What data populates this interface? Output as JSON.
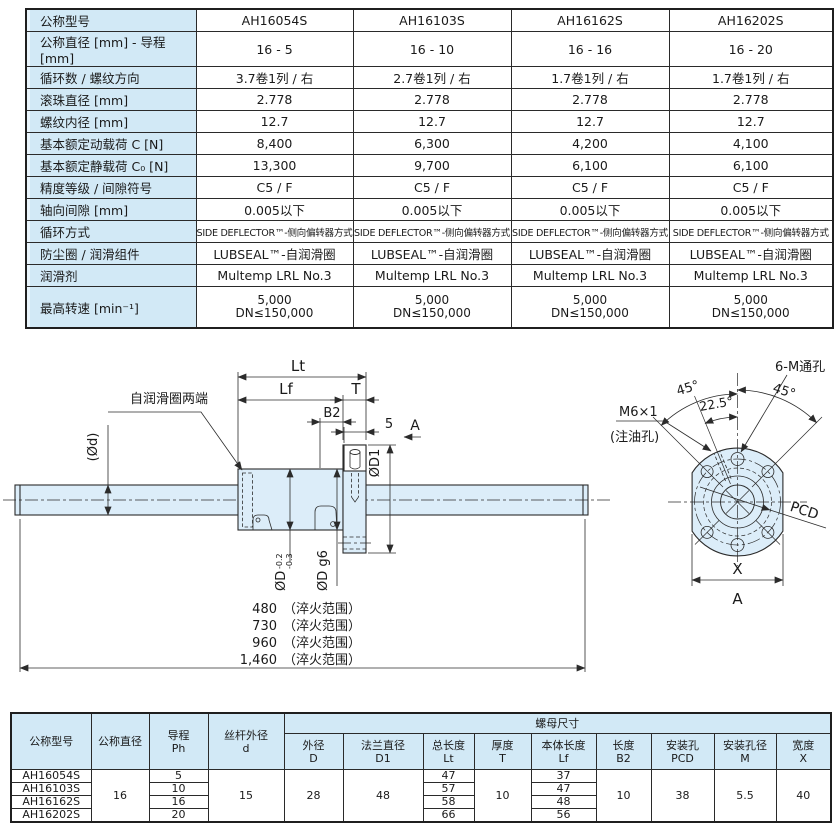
{
  "colors": {
    "header_blue": "#d2e9f6",
    "drawing_fill": "#dcedf9",
    "line": "#2b2b2b"
  },
  "spec_table": {
    "rows": [
      {
        "label": "公称型号",
        "values": [
          "AH16054S",
          "AH16103S",
          "AH16162S",
          "AH16202S"
        ]
      },
      {
        "label": "公称直径 [mm] - 导程 [mm]",
        "values": [
          "16 - 5",
          "16 - 10",
          "16 - 16",
          "16 - 20"
        ]
      },
      {
        "label": "循环数 / 螺纹方向",
        "values": [
          "3.7卷1列 / 右",
          "2.7卷1列 / 右",
          "1.7卷1列 / 右",
          "1.7卷1列 / 右"
        ]
      },
      {
        "label": "滚珠直径 [mm]",
        "values": [
          "2.778",
          "2.778",
          "2.778",
          "2.778"
        ]
      },
      {
        "label": "螺纹内径 [mm]",
        "values": [
          "12.7",
          "12.7",
          "12.7",
          "12.7"
        ]
      },
      {
        "label": "基本额定动载荷 C [N]",
        "values": [
          "8,400",
          "6,300",
          "4,200",
          "4,100"
        ]
      },
      {
        "label": "基本额定静载荷 C₀ [N]",
        "values": [
          "13,300",
          "9,700",
          "6,100",
          "6,100"
        ]
      },
      {
        "label": "精度等级 / 间隙符号",
        "values": [
          "C5 / F",
          "C5 / F",
          "C5 / F",
          "C5 / F"
        ]
      },
      {
        "label": "轴向间隙 [mm]",
        "values": [
          "0.005以下",
          "0.005以下",
          "0.005以下",
          "0.005以下"
        ]
      },
      {
        "label": "循环方式",
        "small": true,
        "values": [
          "SIDE DEFLECTOR™-侧向偏转器方式",
          "SIDE DEFLECTOR™-侧向偏转器方式",
          "SIDE DEFLECTOR™-侧向偏转器方式",
          "SIDE DEFLECTOR™-侧向偏转器方式"
        ]
      },
      {
        "label": "防尘圈 / 润滑组件",
        "values": [
          "LUBSEAL™-自润滑圈",
          "LUBSEAL™-自润滑圈",
          "LUBSEAL™-自润滑圈",
          "LUBSEAL™-自润滑圈"
        ]
      },
      {
        "label": "润滑剂",
        "values": [
          "Multemp LRL No.3",
          "Multemp LRL No.3",
          "Multemp LRL No.3",
          "Multemp LRL No.3"
        ]
      },
      {
        "label": "最高转速 [min⁻¹]",
        "tall": true,
        "values": [
          "5,000\nDN≤150,000",
          "5,000\nDN≤150,000",
          "5,000\nDN≤150,000",
          "5,000\nDN≤150,000"
        ]
      }
    ]
  },
  "drawing": {
    "side": {
      "lt": "Lt",
      "lf": "Lf",
      "t": "T",
      "b2": "B2",
      "five": "5",
      "view_a": "A",
      "od1": "ØD1",
      "od_d": "(Ød)",
      "od": "ØD",
      "od_tol_up": "-0.2",
      "od_tol_dn": "-0.3",
      "od_g6": "ØD g6",
      "seal_note": "自润滑圈两端",
      "harden": [
        "480",
        "730",
        "960",
        "1,460"
      ],
      "harden_suffix": "（淬火范围）"
    },
    "end": {
      "holes": "6-M通孔",
      "angle45l": "45°",
      "angle45r": "45°",
      "angle225": "22.5°",
      "m6": "M6×1",
      "oil": "(注油孔)",
      "pcd": "PCD",
      "x": "X",
      "a": "A"
    }
  },
  "dim_table": {
    "group_header": "螺母尺寸",
    "columns": [
      "公称型号",
      "公称直径",
      "导程\nPh",
      "丝杆外径\nd",
      "外径\nD",
      "法兰直径\nD1",
      "总长度\nLt",
      "厚度\nT",
      "本体长度\nLf",
      "长度\nB2",
      "安装孔\nPCD",
      "安装孔径\nM",
      "宽度\nX"
    ],
    "rows": [
      [
        "AH16054S",
        "16",
        "5",
        "15",
        "28",
        "48",
        "47",
        "10",
        "37",
        "10",
        "38",
        "5.5",
        "40"
      ],
      [
        "AH16103S",
        "16",
        "10",
        "15",
        "28",
        "48",
        "57",
        "10",
        "47",
        "10",
        "38",
        "5.5",
        "40"
      ],
      [
        "AH16162S",
        "16",
        "16",
        "15",
        "28",
        "48",
        "58",
        "10",
        "48",
        "10",
        "38",
        "5.5",
        "40"
      ],
      [
        "AH16202S",
        "16",
        "20",
        "15",
        "28",
        "48",
        "66",
        "10",
        "56",
        "10",
        "38",
        "5.5",
        "40"
      ]
    ],
    "rowspan_cols": [
      1,
      3,
      4,
      5,
      7,
      9,
      10,
      11,
      12
    ]
  }
}
